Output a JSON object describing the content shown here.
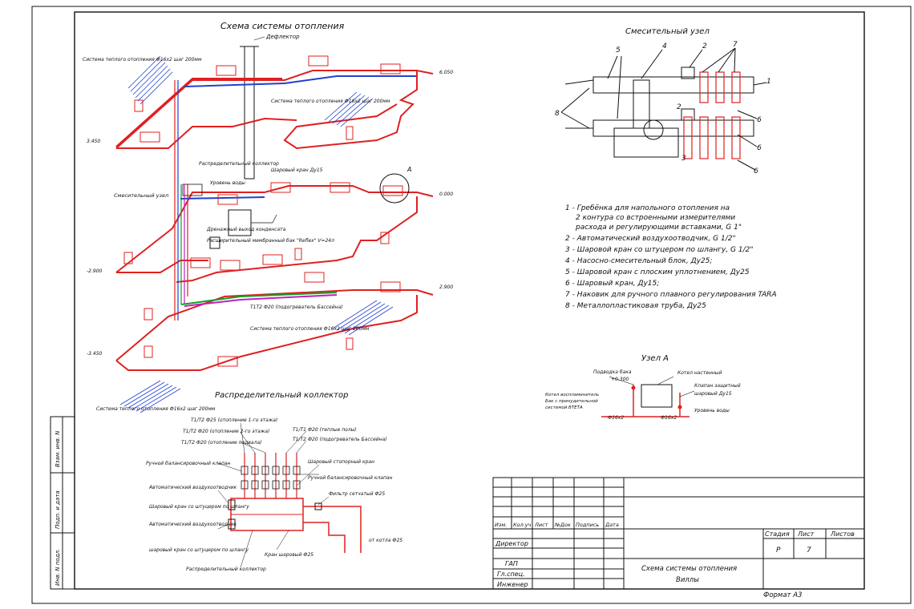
{
  "titles": {
    "main": "Схема системы отопления",
    "mixing_unit": "Смесительный узел",
    "collector": "Распределительный коллектор",
    "node_a": "Узел А",
    "a_marker": "А"
  },
  "legend": [
    "1 - Гребёнка для напольного отопления на",
    "2 контура со встроенными измерителями",
    "расхода и регулирующими вставками, G 1\"",
    "2 - Автоматический воздухоотводчик, G 1/2\"",
    "3 - Шаровой кран со штуцером по шлангу, G 1/2\"",
    "4 - Насосно-смесительный блок, Ду25;",
    "5 - Шаровой кран с плоским уплотнением, Ду25",
    "6 - Шаровый кран, Ду15;",
    "7 - Наковик для ручного плавного регулирования TARA",
    "8 - Металлопластиковая труба, Ду25"
  ],
  "mixing_numbers": [
    "5",
    "4",
    "2",
    "7",
    "1",
    "6",
    "2",
    "6",
    "8",
    "3",
    "6"
  ],
  "labels": {
    "deflector": "Дефлектор",
    "floor_loop_top": "Система теплого отопления Ф16х2 шаг 200мм",
    "floor_loop_mid": "Система теплого отопления Ф16х2 шаг 200мм",
    "floor_loop_low": "Система теплого отопления Ф16х2 шаг 200мм",
    "floor_loop_bottom": "Система теплого отопления Ф16х2 шаг 200мм",
    "dist_collector": "Распределительный коллектор",
    "mixing_unit_label": "Смесительный узел",
    "condensate": "Дренажный выход конденсата",
    "tank": "Расширительный мембранный бак \"Reflex\" V=24л",
    "boiler": "Котел настенный",
    "tank_level": "Уровень воды",
    "ball_valve": "Шаровый кран Ду15",
    "collector_ring": "Т1Т2 Ф20 (подогреватель Бассейна)",
    "elev_1": "3.450",
    "elev_2": "0.000",
    "elev_3": "-2.900",
    "elev_4": "2.900",
    "elev_5": "-3.450",
    "elev_6": "6.050"
  },
  "collector_labels": {
    "l1": "Т1/Т2 Ф25 (отопление 1-го этажа)",
    "l2": "Т1/Т2 Ф20 (отопление 2-го этажа)",
    "l3": "Т1/Т2 Ф20 (отопление подвала)",
    "l4": "Т1/Т1 Ф20 (теплые полы)",
    "l5": "Т1/Т2 Ф20 (подогреватель Бассейна)",
    "hand_vent": "Ручной балансировочный клапан",
    "air_vent": "Автоматический воздухоотводчик",
    "ball_hose": "Шаровый кран со штуцером по шлангу",
    "air_vent2": "Автоматический воздухоотводчик",
    "ball_hose2": "шаровый кран со штуцером по шлангу",
    "ball_stop": "Шаровый стопорный кран",
    "hand_vent2": "Ручной балансировочный клапан",
    "filter": "Фильтр сетчатый Ф25",
    "from_boiler": "от котла Ф25",
    "ball_d25": "Кран шаровый Ф25",
    "collector_name": "Распределительный коллектор"
  },
  "node_a_labels": {
    "left_top": "Подводка бака",
    "elev": "+0.300",
    "boiler": "Котел настенный",
    "left_mid": "Котел воспламенитель",
    "left_mid2": "Бак с принудительной",
    "left_mid3": "системой ВТЕТА",
    "right_mid": "Клапан защитный",
    "right_mid2": "шаровый Ду15",
    "right_bottom": "Уровень воды",
    "d1": "Ф16х2",
    "d2": "Ф16х2"
  },
  "stamp": {
    "headers": [
      "Изм.",
      "Кол.уч",
      "Лист",
      "№Док",
      "Подпись",
      "Дата"
    ],
    "roles": [
      "Директор",
      "ГАП",
      "Гл.спец.",
      "Инженер"
    ],
    "stage_header": "Стадия",
    "sheet_header": "Лист",
    "sheets_header": "Листов",
    "stage": "Р",
    "sheet": "7",
    "sheets": "",
    "title_line1": "Схема системы отопления",
    "title_line2": "Виллы",
    "format": "Формат А3"
  },
  "side_stamp": [
    "Взам. инв. N",
    "Подп. и дата",
    "Инв. N подл."
  ],
  "colors": {
    "supply": "#e02020",
    "return": "#2040d0",
    "green": "#10a020",
    "magenta": "#c020c0",
    "ink": "#111111"
  }
}
